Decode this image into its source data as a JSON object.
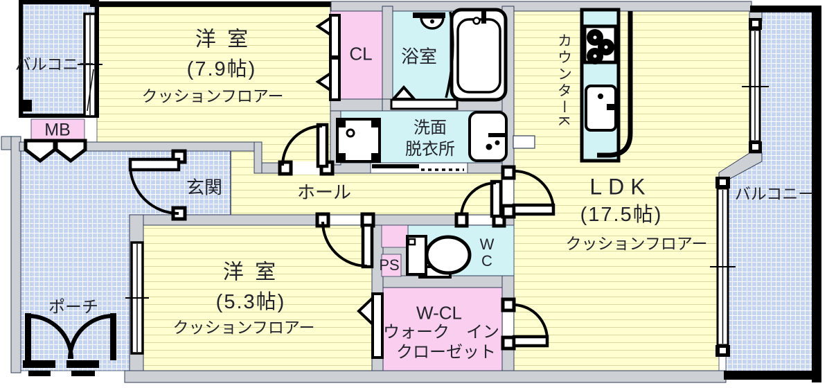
{
  "colors": {
    "room_floor": "#FFFFD2",
    "room_floor_line": "#D9D99F",
    "outdoor_floor": "#C5D4EF",
    "outdoor_grid": "#FFFFFF",
    "wet_area": "#D2F3F6",
    "closet_pink": "#F9CEEF",
    "wall_fill": "#CDD0D4",
    "wall_edge": "#2F3C58",
    "line_black": "#000000"
  },
  "plan": {
    "balcony_left": {
      "label": "バルコニー"
    },
    "mb": {
      "label": "MB"
    },
    "bedroom1": {
      "label": "洋 室",
      "size": "(7.9帖)",
      "floor": "クッションフロアー"
    },
    "closet": {
      "label": "CL"
    },
    "bath": {
      "label": "浴室"
    },
    "washroom": {
      "line1": "洗面",
      "line2": "脱衣所"
    },
    "kitchen": {
      "label": "カウンターK"
    },
    "ldk": {
      "label": "LDK",
      "size": "(17.5帖)",
      "floor": "クッションフロアー"
    },
    "balcony_right": {
      "label": "バルコニー"
    },
    "genkan": {
      "label": "玄関"
    },
    "hall": {
      "label": "ホール"
    },
    "bedroom2": {
      "label": "洋 室",
      "size": "(5.3帖)",
      "floor": "クッションフロアー"
    },
    "porch": {
      "label": "ポーチ"
    },
    "ps": {
      "label": "PS"
    },
    "wc": {
      "line1": "W",
      "line2": "C"
    },
    "walk_in_closet": {
      "label": "W-CL",
      "line2": "ウォーク　イン",
      "line3": "クローゼット"
    }
  },
  "fixtures": {
    "bathtub": "bathtub-icon",
    "shower": "shower-icon",
    "stove": "gas-stove-icon",
    "kitchen_sink": "kitchen-sink-icon",
    "washing_machine": "washing-machine-pan-icon",
    "vanity": "vanity-sink-icon",
    "toilet": "toilet-icon"
  }
}
